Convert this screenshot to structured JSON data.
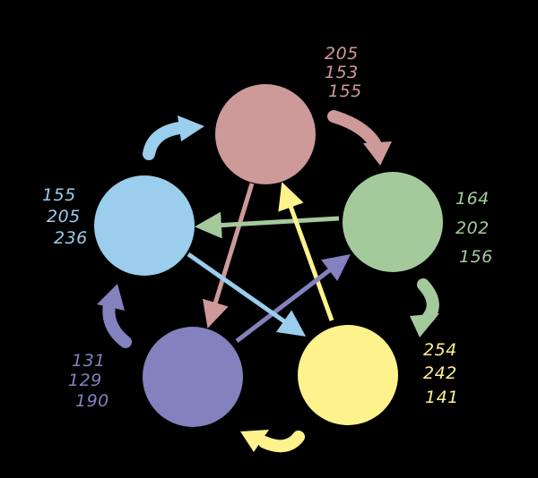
{
  "nodes": [
    {
      "id": "red",
      "color": "#cd9999",
      "r": "205",
      "g": "153",
      "b": "155"
    },
    {
      "id": "green",
      "color": "#a4ca9c",
      "r": "164",
      "g": "202",
      "b": "156"
    },
    {
      "id": "yellow",
      "color": "#fef28d",
      "r": "254",
      "g": "242",
      "b": "141"
    },
    {
      "id": "purple",
      "color": "#8381be",
      "r": "131",
      "g": "129",
      "b": "190"
    },
    {
      "id": "blue",
      "color": "#9bcdec",
      "r": "155",
      "g": "205",
      "b": "236"
    }
  ],
  "cycle_arrows": [
    {
      "from": "red",
      "to": "green",
      "color": "#cd9999"
    },
    {
      "from": "green",
      "to": "yellow",
      "color": "#a4ca9c"
    },
    {
      "from": "yellow",
      "to": "purple",
      "color": "#fef28d"
    },
    {
      "from": "purple",
      "to": "blue",
      "color": "#8381be"
    },
    {
      "from": "blue",
      "to": "red",
      "color": "#9bcdec"
    }
  ],
  "star_arrows": [
    {
      "from": "red",
      "to": "purple",
      "color": "#cd9999"
    },
    {
      "from": "green",
      "to": "blue",
      "color": "#a4ca9c"
    },
    {
      "from": "yellow",
      "to": "red",
      "color": "#fef28d"
    },
    {
      "from": "purple",
      "to": "green",
      "color": "#8381be"
    },
    {
      "from": "blue",
      "to": "yellow",
      "color": "#9bcdec"
    }
  ]
}
